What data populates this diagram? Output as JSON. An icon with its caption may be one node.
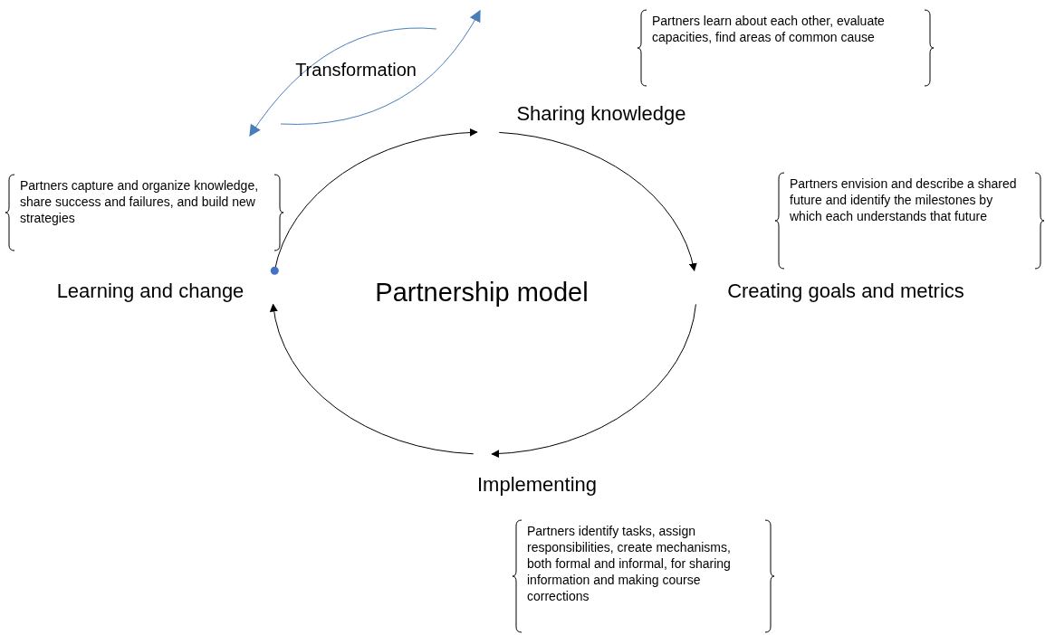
{
  "diagram": {
    "nodes": [
      {
        "text": [
          "Sharing knowledge"
        ]
      },
      {
        "text": [
          "Creating goals and metrics"
        ]
      },
      {
        "text": [
          "Implementing"
        ]
      },
      {
        "text": [
          "Learning and change"
        ]
      }
    ],
    "edges": [
      {
        "from": 0,
        "to": 1,
        "arrow": "to"
      },
      {
        "from": 1,
        "to": 2,
        "arrow": "to"
      },
      {
        "from": 2,
        "to": 3,
        "arrow": "to"
      },
      {
        "from": 3,
        "to": 0,
        "arrow": "to"
      }
    ],
    "labels": [
      "Transformation",
      "Partners learn about each other, evaluate capacities, find areas of common cause",
      "Partners envision and describe a shared future and identify the milestones by which each understands that future",
      "Partners capture and organize knowledge, share success and failures, and build new strategies",
      "Partnership model",
      "Partners identify tasks, assign responsibilities, create mechanisms, both formal and informal, for sharing information and making course corrections"
    ]
  }
}
